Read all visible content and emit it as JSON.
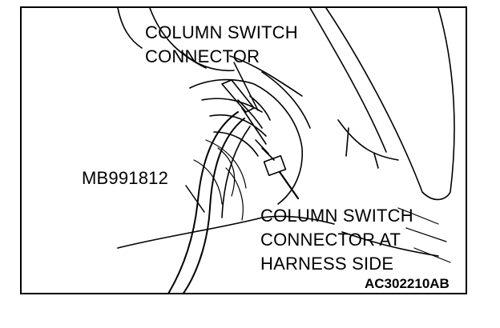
{
  "labels": {
    "column_switch_connector": [
      "COLUMN SWITCH",
      "CONNECTOR"
    ],
    "tool": "MB991812",
    "harness_side_connector": [
      "COLUMN SWITCH",
      "CONNECTOR AT",
      "HARNESS SIDE"
    ],
    "figure_code": "AC302210AB"
  }
}
